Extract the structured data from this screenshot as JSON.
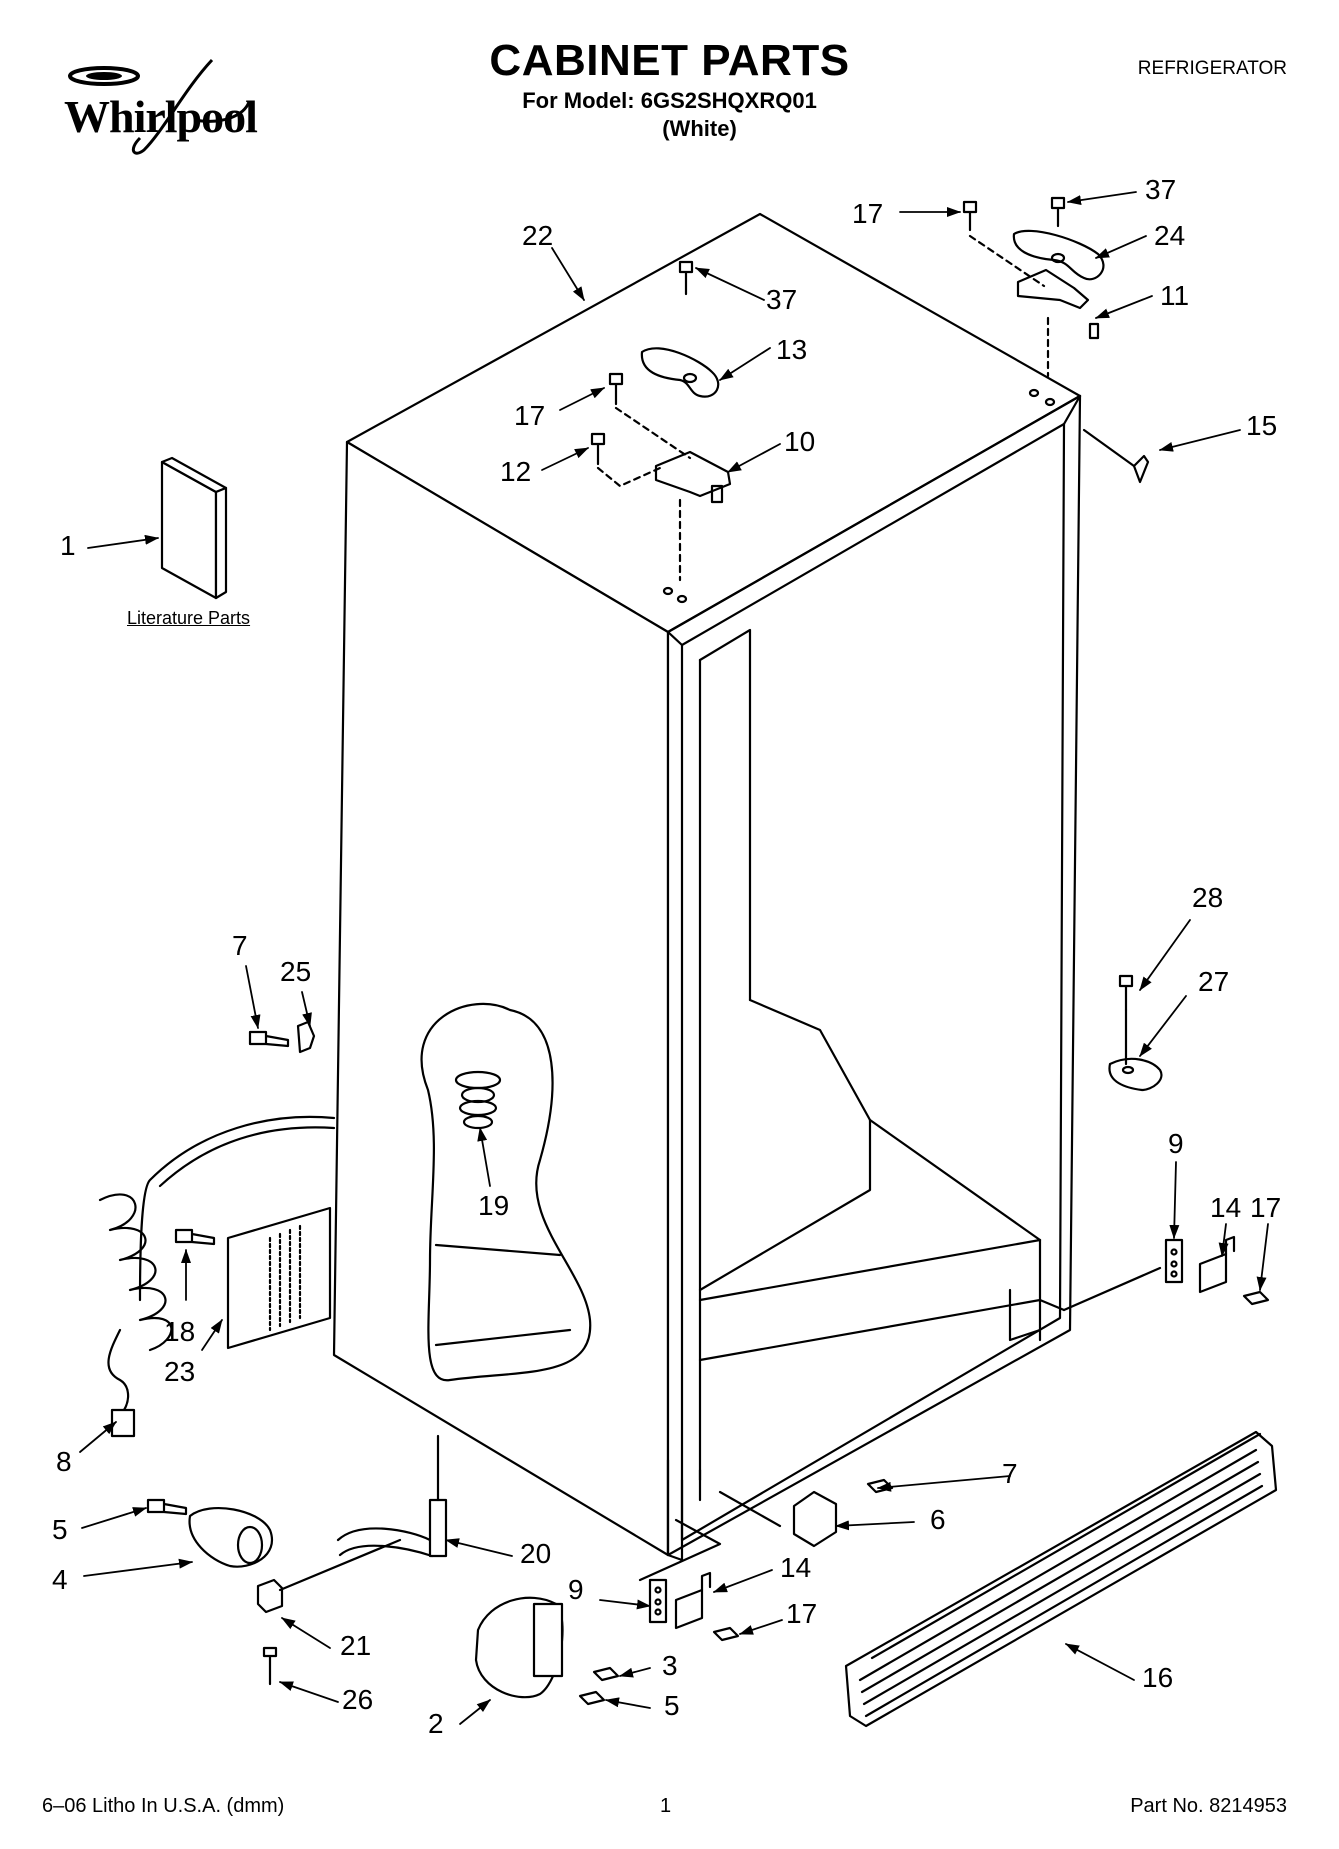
{
  "header": {
    "brand": "Whirlpool",
    "title": "CABINET PARTS",
    "model_line": "For Model: 6GS2SHQXRQ01",
    "color_line": "(White)",
    "appliance": "REFRIGERATOR"
  },
  "literature_label": "Literature Parts",
  "footer": {
    "litho": "6–06 Litho In U.S.A. (dmm)",
    "page": "1",
    "part_no": "Part No. 8214953"
  },
  "callouts": [
    {
      "id": "c22",
      "text": "22"
    },
    {
      "id": "c17a",
      "text": "17"
    },
    {
      "id": "c37a",
      "text": "37"
    },
    {
      "id": "c24",
      "text": "24"
    },
    {
      "id": "c11",
      "text": "11"
    },
    {
      "id": "c37b",
      "text": "37"
    },
    {
      "id": "c13",
      "text": "13"
    },
    {
      "id": "c17b",
      "text": "17"
    },
    {
      "id": "c10",
      "text": "10"
    },
    {
      "id": "c12",
      "text": "12"
    },
    {
      "id": "c15",
      "text": "15"
    },
    {
      "id": "c1",
      "text": "1"
    },
    {
      "id": "c28",
      "text": "28"
    },
    {
      "id": "c27",
      "text": "27"
    },
    {
      "id": "c7a",
      "text": "7"
    },
    {
      "id": "c25",
      "text": "25"
    },
    {
      "id": "c19",
      "text": "19"
    },
    {
      "id": "c9a",
      "text": "9"
    },
    {
      "id": "c14a",
      "text": "14"
    },
    {
      "id": "c17c",
      "text": "17"
    },
    {
      "id": "c18",
      "text": "18"
    },
    {
      "id": "c23",
      "text": "23"
    },
    {
      "id": "c8",
      "text": "8"
    },
    {
      "id": "c7b",
      "text": "7"
    },
    {
      "id": "c6",
      "text": "6"
    },
    {
      "id": "c5a",
      "text": "5"
    },
    {
      "id": "c20",
      "text": "20"
    },
    {
      "id": "c4",
      "text": "4"
    },
    {
      "id": "c9b",
      "text": "9"
    },
    {
      "id": "c14b",
      "text": "14"
    },
    {
      "id": "c17d",
      "text": "17"
    },
    {
      "id": "c21",
      "text": "21"
    },
    {
      "id": "c3",
      "text": "3"
    },
    {
      "id": "c16",
      "text": "16"
    },
    {
      "id": "c26",
      "text": "26"
    },
    {
      "id": "c2",
      "text": "2"
    },
    {
      "id": "c5b",
      "text": "5"
    }
  ]
}
